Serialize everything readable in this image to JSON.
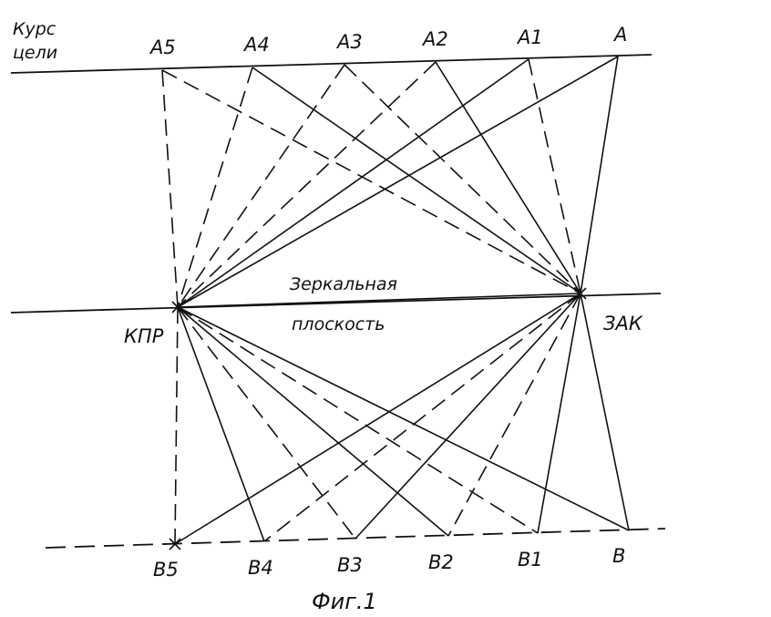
{
  "labels": {
    "course_line1": "Курс",
    "course_line2": "цели",
    "A5": "A5",
    "A4": "A4",
    "A3": "A3",
    "A2": "A2",
    "A1": "A1",
    "A": "A",
    "mirror_line1": "Зеркальная",
    "mirror_line2": "плоскость",
    "KPR": "КПР",
    "ZAK": "ЗАК",
    "B5": "B5",
    "B4": "B4",
    "B3": "B3",
    "B2": "B2",
    "B1": "B1",
    "B": "B",
    "figure": "Фиг.1"
  }
}
